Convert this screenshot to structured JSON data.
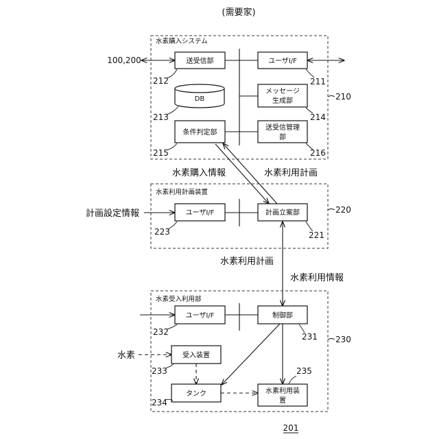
{
  "page_title": "(需要家)",
  "figure_ref": "201",
  "purchase_system": {
    "title": "水素購入システム",
    "ref": "210",
    "external_peer": "100,200",
    "transceiver": {
      "label": "送受信部",
      "ref": "212"
    },
    "user_if": {
      "label": "ユーザI/F",
      "ref": "211"
    },
    "db": {
      "label": "DB",
      "ref": "213"
    },
    "message_gen": {
      "lines": [
        "メッセージ",
        "生成部"
      ],
      "ref": "214"
    },
    "condition": {
      "label": "条件判定部",
      "ref": "215"
    },
    "tx_mgmt": {
      "lines": [
        "送受信管理",
        "部"
      ],
      "ref": "216"
    }
  },
  "flows_upper": {
    "purchase_info": "水素購入情報",
    "usage_plan": "水素利用計画"
  },
  "plan_device": {
    "title": "水素利用計画装置",
    "ref": "220",
    "input": "計画設定情報",
    "user_if": {
      "label": "ユーザI/F",
      "ref": "223"
    },
    "planner": {
      "label": "計画立案部",
      "ref": "221"
    }
  },
  "flows_lower": {
    "usage_plan": "水素利用計画",
    "usage_info": "水素利用情報"
  },
  "receive_unit": {
    "title": "水素受入利用部",
    "ref": "230",
    "hydrogen_input": "水素",
    "user_if": {
      "label": "ユーザI/F",
      "ref": "232"
    },
    "control": {
      "label": "制御部",
      "ref": "231"
    },
    "receiver": {
      "label": "受入装置",
      "ref": "233"
    },
    "tank": {
      "label": "タンク",
      "ref": "234"
    },
    "usage_device": {
      "lines": [
        "水素利用装",
        "置"
      ],
      "ref": "235"
    }
  }
}
